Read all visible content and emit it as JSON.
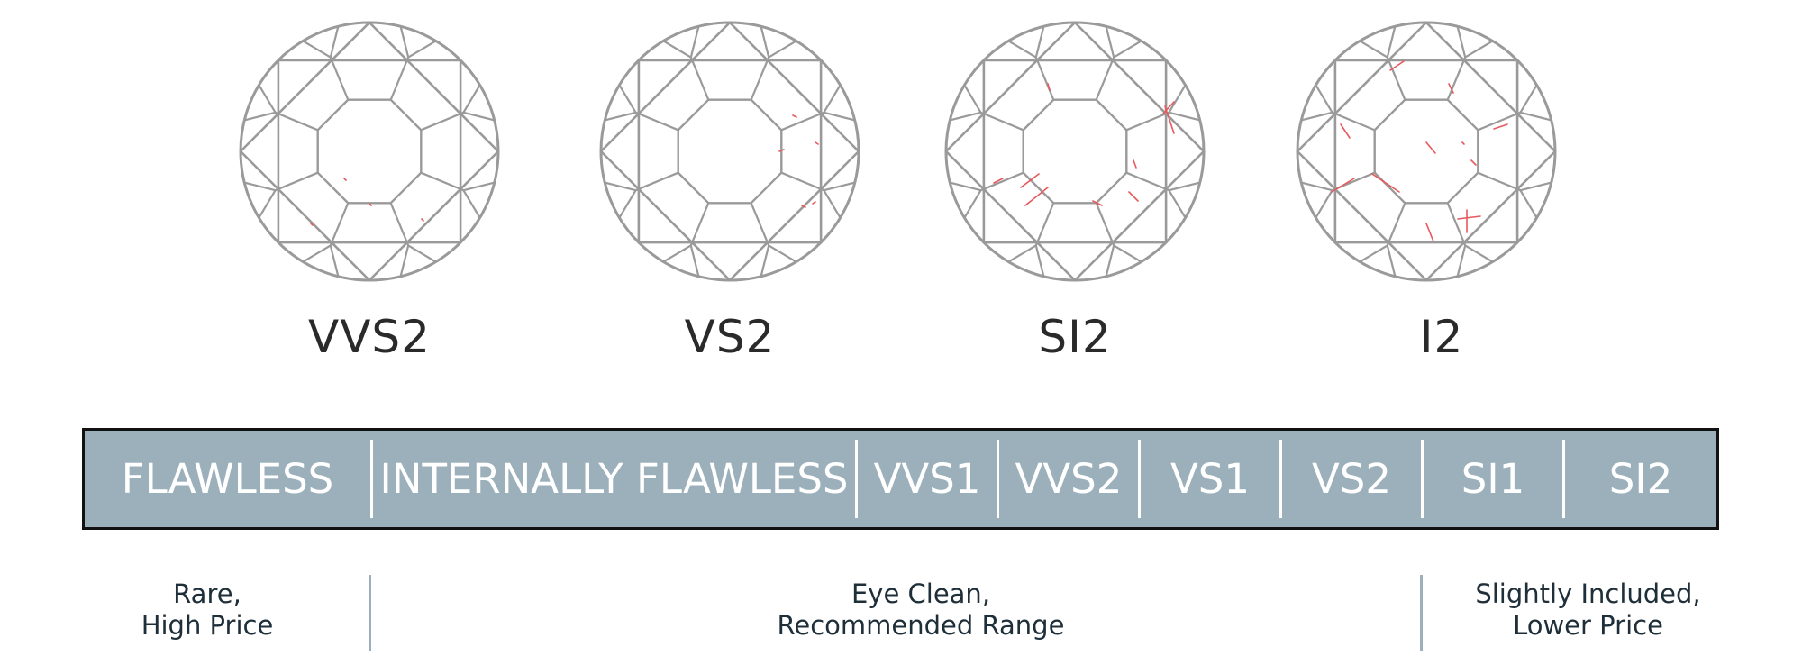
{
  "diamonds": [
    {
      "grade": "VVS2"
    },
    {
      "grade": "VS2"
    },
    {
      "grade": "SI2"
    },
    {
      "grade": "I2"
    }
  ],
  "scale": {
    "segments": [
      "FLAWLESS",
      "INTERNALLY FLAWLESS",
      "VVS1",
      "VVS2",
      "VS1",
      "VS2",
      "SI1",
      "SI2"
    ]
  },
  "notes": [
    {
      "line1": "Rare,",
      "line2": "High Price"
    },
    {
      "line1": "Eye Clean,",
      "line2": "Recommended Range"
    },
    {
      "line1": "Slightly Included,",
      "line2": "Lower Price"
    }
  ],
  "colors": {
    "outline": "#9a9a9a",
    "inclusion": "#e8585c",
    "bar": "#9cb0bb",
    "bar_text": "#ffffff",
    "note_text": "#1f2f3a"
  }
}
